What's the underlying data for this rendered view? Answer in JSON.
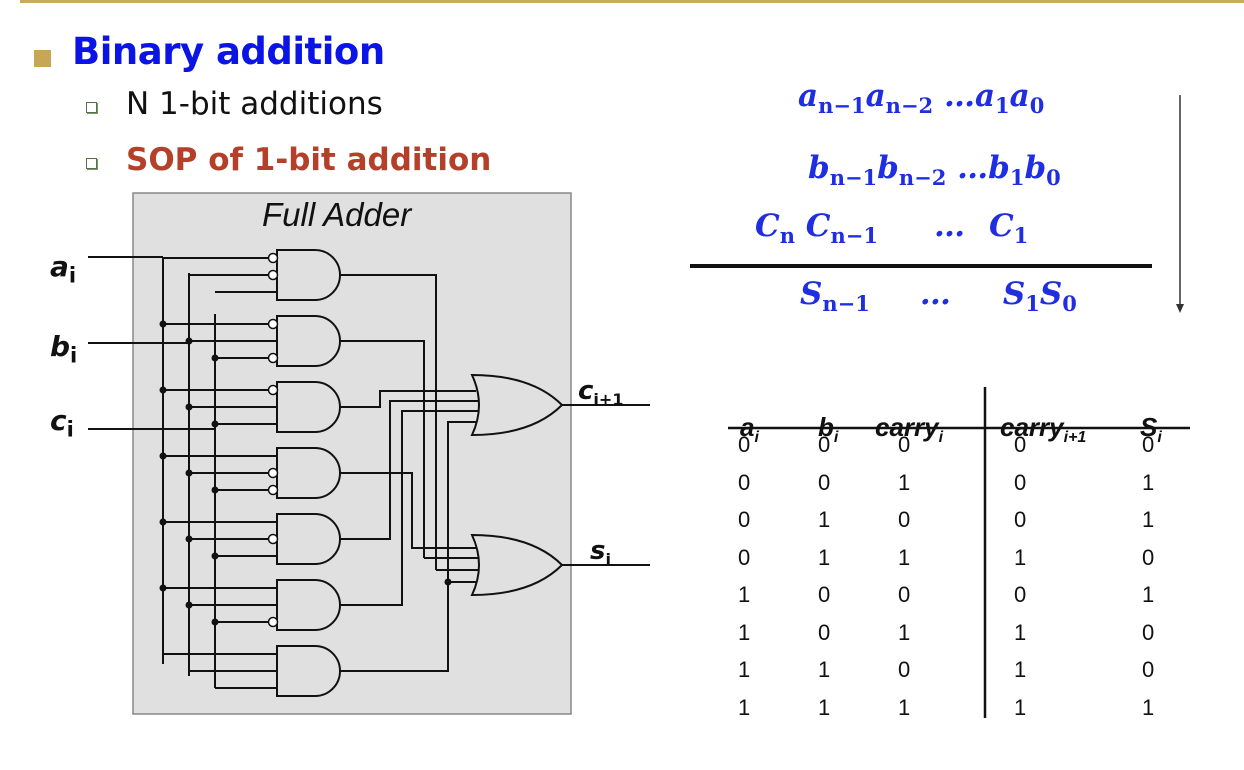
{
  "slide": {
    "heading": "Binary addition",
    "bullets": [
      {
        "text": "N 1-bit additions"
      },
      {
        "text": "SOP of 1-bit addition"
      }
    ],
    "colors": {
      "heading": "#0a14e6",
      "sop": "#b5402a",
      "equation": "#1f2ee0",
      "accent": "#c9aa62"
    }
  },
  "circuit": {
    "title": "Full Adder",
    "inputs": [
      {
        "label": "a",
        "sub": "i"
      },
      {
        "label": "b",
        "sub": "i"
      },
      {
        "label": "c",
        "sub": "i"
      }
    ],
    "outputs": [
      {
        "label": "c",
        "sub": "i+1"
      },
      {
        "label": "s",
        "sub": "i"
      }
    ],
    "and_gates": [
      {
        "term": "¬a ¬b c",
        "inverted": [
          true,
          true,
          false
        ],
        "feeds": "s"
      },
      {
        "term": "¬a b ¬c",
        "inverted": [
          true,
          false,
          true
        ],
        "feeds": "s"
      },
      {
        "term": "¬a b c",
        "inverted": [
          true,
          false,
          false
        ],
        "feeds": "c"
      },
      {
        "term": "a ¬b ¬c",
        "inverted": [
          false,
          true,
          true
        ],
        "feeds": "s"
      },
      {
        "term": "a ¬b c",
        "inverted": [
          false,
          true,
          false
        ],
        "feeds": "c"
      },
      {
        "term": "a b ¬c",
        "inverted": [
          false,
          false,
          true
        ],
        "feeds": "c"
      },
      {
        "term": "a b c",
        "inverted": [
          false,
          false,
          false
        ],
        "feeds": "both"
      }
    ]
  },
  "equation": {
    "row_a": {
      "parts": [
        [
          "a",
          "n−1"
        ],
        [
          "a",
          "n−2"
        ],
        [
          "…",
          ""
        ],
        [
          "a",
          "1"
        ],
        [
          "a",
          "0"
        ]
      ]
    },
    "row_b": {
      "parts": [
        [
          "b",
          "n−1"
        ],
        [
          "b",
          "n−2"
        ],
        [
          "…",
          ""
        ],
        [
          "b",
          "1"
        ],
        [
          "b",
          "0"
        ]
      ]
    },
    "row_c": {
      "parts": [
        [
          "C",
          "n"
        ],
        [
          "C",
          "n−1"
        ],
        [
          "…",
          ""
        ],
        [
          "C",
          "1"
        ]
      ]
    },
    "row_s": {
      "parts": [
        [
          "S",
          "n−1"
        ],
        [
          "…",
          ""
        ],
        [
          "S",
          "1"
        ],
        [
          "S",
          "0"
        ]
      ]
    }
  },
  "truth_table": {
    "headers": [
      {
        "label": "a",
        "sub": "i"
      },
      {
        "label": "b",
        "sub": "i"
      },
      {
        "label": "carry",
        "sub": "i"
      },
      {
        "label": "carry",
        "sub": "i+1"
      },
      {
        "label": "S",
        "sub": "i"
      }
    ],
    "rows": [
      [
        "0",
        "0",
        "0",
        "0",
        "0"
      ],
      [
        "0",
        "0",
        "1",
        "0",
        "1"
      ],
      [
        "0",
        "1",
        "0",
        "0",
        "1"
      ],
      [
        "0",
        "1",
        "1",
        "1",
        "0"
      ],
      [
        "1",
        "0",
        "0",
        "0",
        "1"
      ],
      [
        "1",
        "0",
        "1",
        "1",
        "0"
      ],
      [
        "1",
        "1",
        "0",
        "1",
        "0"
      ],
      [
        "1",
        "1",
        "1",
        "1",
        "1"
      ]
    ]
  }
}
